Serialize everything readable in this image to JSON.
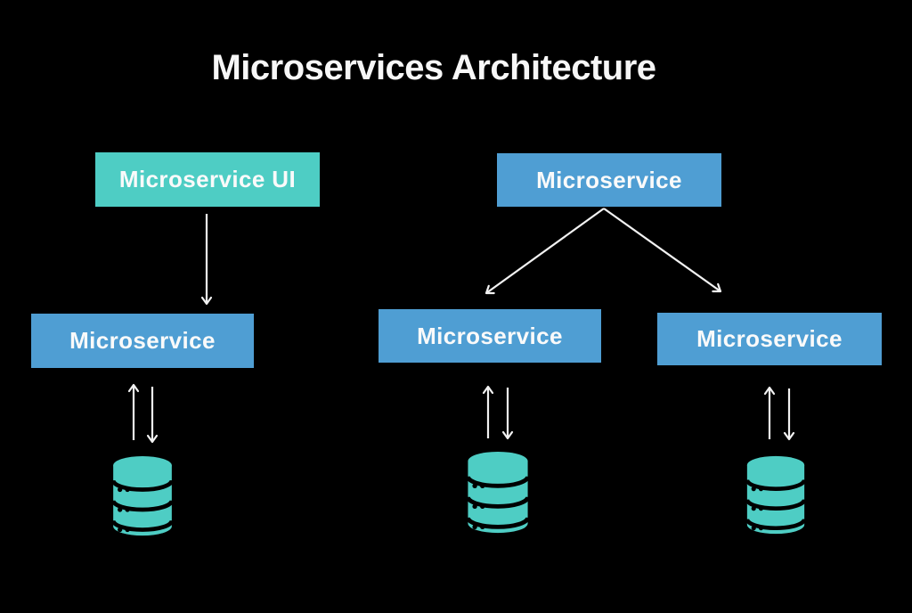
{
  "title": "Microservices Architecture",
  "colors": {
    "background": "#000000",
    "teal_box": "#4ECDC4",
    "blue_box": "#4F9ED3",
    "arrow": "#F2F2F2",
    "title_text": "#F7F7F7",
    "label_text": "#FAFAFA",
    "database_icon": "#4ECDC4"
  },
  "nodes": {
    "ui": {
      "label": "Microservice UI"
    },
    "gateway": {
      "label": "Microservice"
    },
    "left": {
      "label": "Microservice"
    },
    "mid": {
      "label": "Microservice"
    },
    "right": {
      "label": "Microservice"
    }
  },
  "databases": [
    "database-left",
    "database-mid",
    "database-right"
  ],
  "icons": {
    "database": "database-cylinder-icon",
    "arrowhead": "chevron-arrowhead"
  },
  "edges": [
    {
      "from": "microservice-ui",
      "to": "microservice-left",
      "type": "one-way-down"
    },
    {
      "from": "microservice-gateway",
      "to": "microservice-mid",
      "type": "one-way-diagonal"
    },
    {
      "from": "microservice-gateway",
      "to": "microservice-right",
      "type": "one-way-diagonal"
    },
    {
      "from": "microservice-left",
      "to": "database-left",
      "type": "two-way"
    },
    {
      "from": "microservice-mid",
      "to": "database-mid",
      "type": "two-way"
    },
    {
      "from": "microservice-right",
      "to": "database-right",
      "type": "two-way"
    }
  ]
}
